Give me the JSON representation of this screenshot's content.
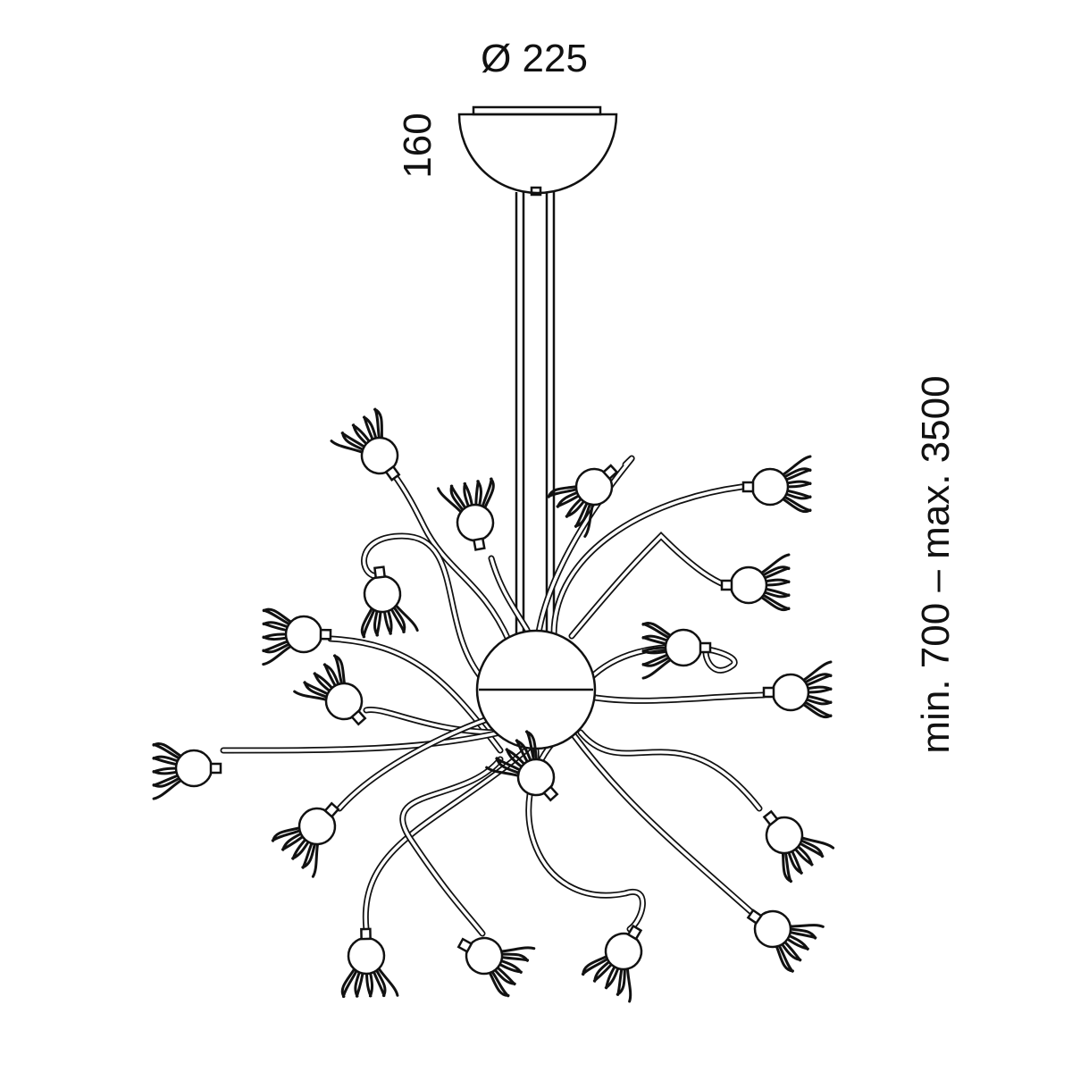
{
  "dimensions": {
    "canopy_diameter": "Ø 225",
    "canopy_height": "160",
    "suspension_length": "min. 700 – max. 3500"
  },
  "colors": {
    "line": "#111111",
    "background": "#ffffff"
  }
}
